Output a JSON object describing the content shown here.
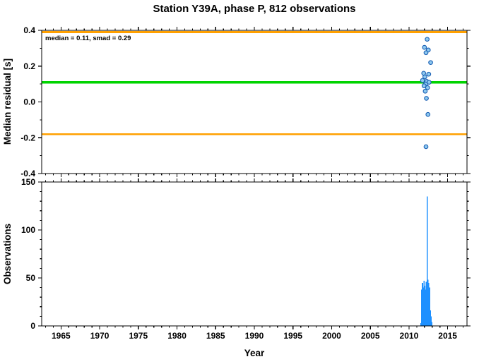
{
  "chart_data": [
    {
      "type": "scatter",
      "title": "Station Y39A, phase P, 812 observations",
      "ylabel": "Median residual [s]",
      "annotation": "median = 0.11, smad = 0.29",
      "median": 0.11,
      "smad": 0.29,
      "smad_upper": 0.39,
      "smad_lower": -0.18,
      "xlim": [
        1962.5,
        2017.5
      ],
      "ylim": [
        -0.4,
        0.4
      ],
      "xticks": [
        1965,
        1970,
        1975,
        1980,
        1985,
        1990,
        1995,
        2000,
        2005,
        2010,
        2015
      ],
      "xtick_labels": [
        "1965",
        "1970",
        "1975",
        "1980",
        "1985",
        "1990",
        "1995",
        "2000",
        "2005",
        "2010",
        "2015"
      ],
      "x_minor": 1,
      "yticks": [
        -0.4,
        -0.2,
        0,
        0.2,
        0.4
      ],
      "ytick_labels": [
        "-0.4",
        "-0.2",
        "0.0",
        "0.2",
        "0.4"
      ],
      "y_minor": 0.1,
      "median_color": "#00d400",
      "smad_color": "#ffa000",
      "marker_fill": "#8ec9ef",
      "marker_stroke": "#1a5fb4",
      "points": [
        [
          2012.35,
          0.35
        ],
        [
          2012.0,
          0.305
        ],
        [
          2012.5,
          0.29
        ],
        [
          2012.2,
          0.275
        ],
        [
          2012.8,
          0.22
        ],
        [
          2011.9,
          0.16
        ],
        [
          2012.55,
          0.155
        ],
        [
          2012.05,
          0.14
        ],
        [
          2011.75,
          0.12
        ],
        [
          2012.3,
          0.115
        ],
        [
          2012.6,
          0.11
        ],
        [
          2012.15,
          0.1
        ],
        [
          2011.95,
          0.09
        ],
        [
          2012.4,
          0.08
        ],
        [
          2012.1,
          0.06
        ],
        [
          2012.25,
          0.02
        ],
        [
          2012.45,
          -0.07
        ],
        [
          2012.2,
          -0.25
        ]
      ]
    },
    {
      "type": "bar",
      "ylabel": "Observations",
      "xlabel": "Year",
      "xlim": [
        1962.5,
        2017.5
      ],
      "ylim": [
        0,
        150
      ],
      "xticks": [
        1965,
        1970,
        1975,
        1980,
        1985,
        1990,
        1995,
        2000,
        2005,
        2010,
        2015
      ],
      "xtick_labels": [
        "1965",
        "1970",
        "1975",
        "1980",
        "1985",
        "1990",
        "1995",
        "2000",
        "2005",
        "2010",
        "2015"
      ],
      "x_minor": 1,
      "yticks": [
        0,
        50,
        100,
        150
      ],
      "ytick_labels": [
        "0",
        "50",
        "100",
        "150"
      ],
      "y_minor": 10,
      "bar_color": "#1e90ff",
      "bar_width": 0.1,
      "bars": [
        [
          2011.55,
          3
        ],
        [
          2011.65,
          38
        ],
        [
          2011.75,
          45
        ],
        [
          2011.85,
          40
        ],
        [
          2011.95,
          47
        ],
        [
          2012.05,
          42
        ],
        [
          2012.15,
          38
        ],
        [
          2012.25,
          46
        ],
        [
          2012.35,
          135
        ],
        [
          2012.45,
          48
        ],
        [
          2012.55,
          45
        ],
        [
          2012.65,
          40
        ],
        [
          2012.75,
          16
        ],
        [
          2012.85,
          10
        ],
        [
          2012.95,
          4
        ]
      ]
    }
  ]
}
